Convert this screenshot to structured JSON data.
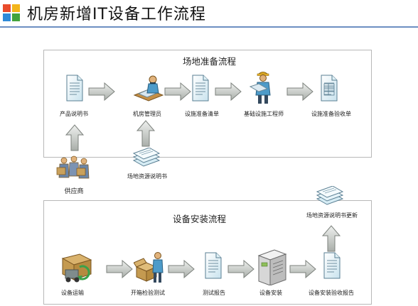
{
  "slide": {
    "title": "机房新增IT设备工作流程",
    "accent_colors": [
      "#e94b2b",
      "#f3b51b",
      "#2e8ad8",
      "#43a43d"
    ],
    "rule_color": "#6d8fc2"
  },
  "site_prep": {
    "title": "场地准备流程",
    "nodes": [
      {
        "label": "产品说明书",
        "icon": "document-icon"
      },
      {
        "label": "机房管理员",
        "icon": "admin-desk-icon"
      },
      {
        "label": "设施准备清单",
        "icon": "document-icon"
      },
      {
        "label": "基础设施工程师",
        "icon": "engineer-icon"
      },
      {
        "label": "设施准备验收单",
        "icon": "form-document-icon"
      }
    ],
    "site_resource_doc": "场地资源说明书"
  },
  "supplier": {
    "label": "供应商",
    "icon": "supplier-people-icon"
  },
  "install": {
    "title": "设备安装流程",
    "nodes": [
      {
        "label": "设备运输",
        "icon": "delivery-truck-icon"
      },
      {
        "label": "开箱检验测试",
        "icon": "unboxing-icon"
      },
      {
        "label": "测试报告",
        "icon": "document-icon"
      },
      {
        "label": "设备安装",
        "icon": "server-icon"
      },
      {
        "label": "设备安装验收报告",
        "icon": "document-icon"
      }
    ],
    "update_doc": "场地资源说明书更新"
  }
}
